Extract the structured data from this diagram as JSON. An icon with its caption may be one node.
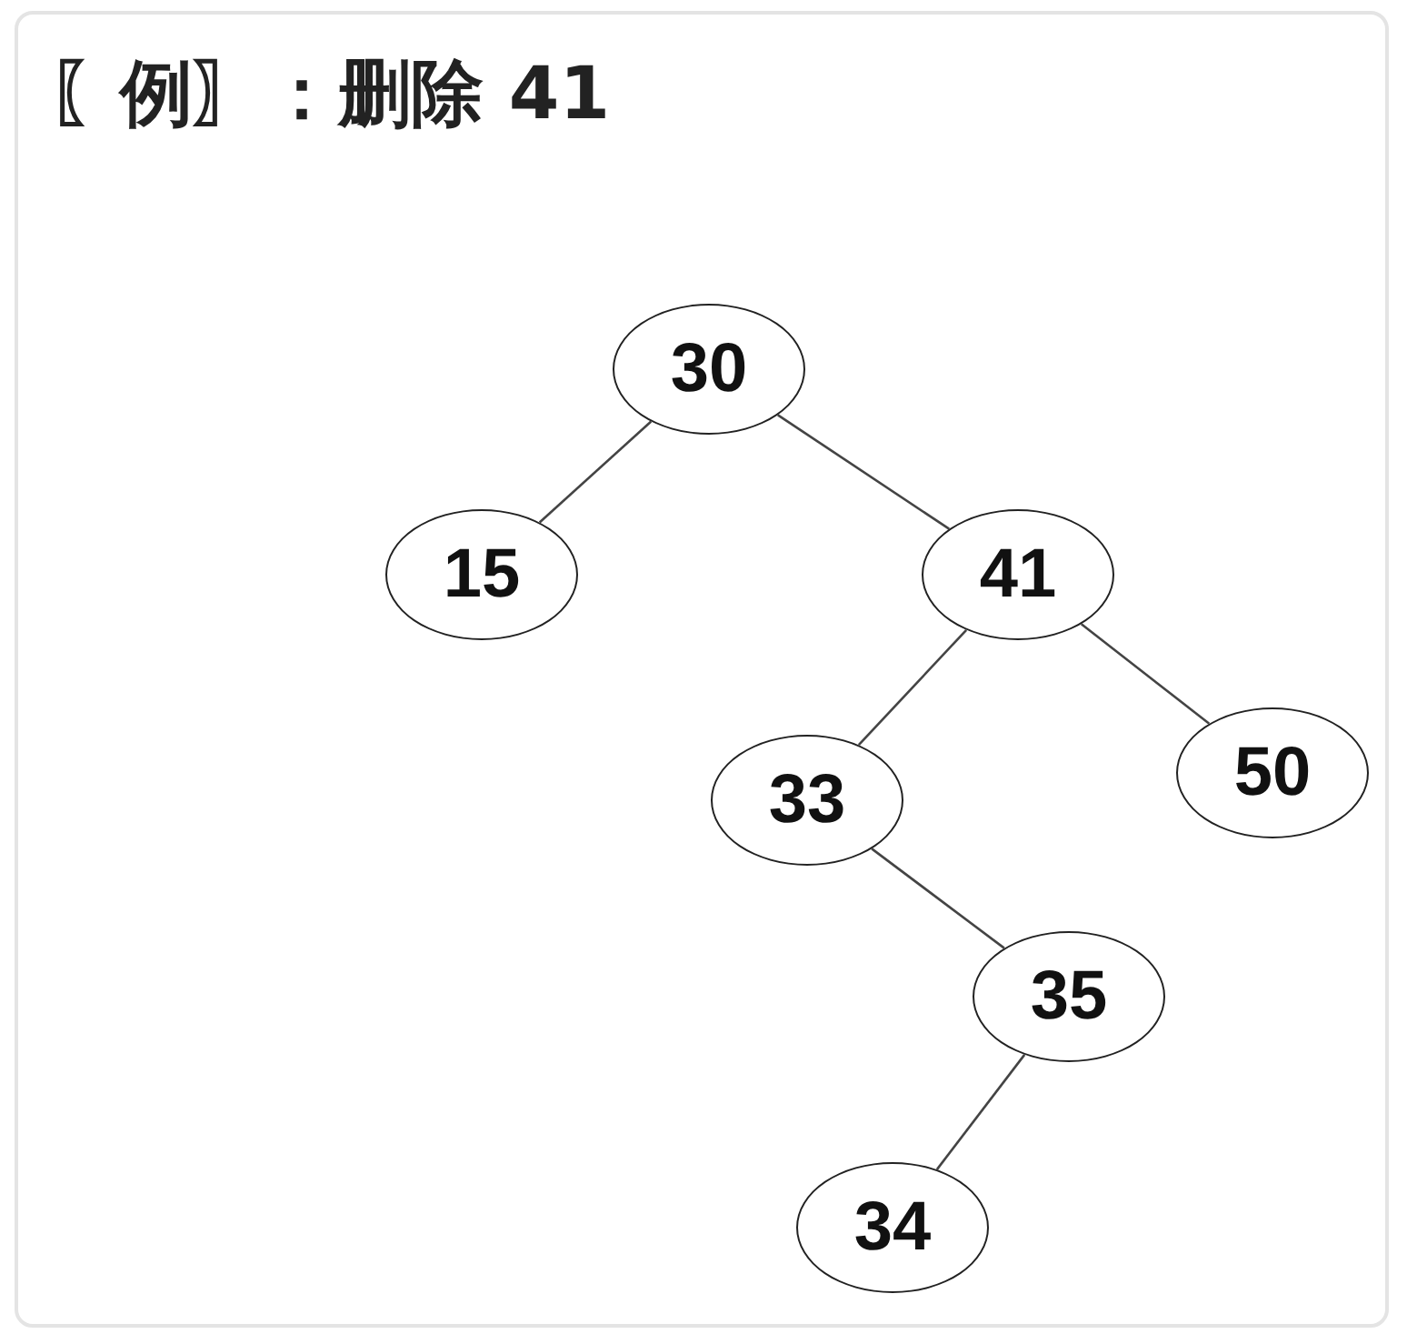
{
  "diagram": {
    "title": "〖例〗：删除 41",
    "nodes": [
      {
        "text": [
          "30"
        ]
      },
      {
        "text": [
          "15"
        ]
      },
      {
        "text": [
          "41"
        ]
      },
      {
        "text": [
          "33"
        ]
      },
      {
        "text": [
          "50"
        ]
      },
      {
        "text": [
          "35"
        ]
      },
      {
        "text": [
          "34"
        ]
      }
    ],
    "edges": [
      {
        "from": 0,
        "to": 1,
        "arrow": "none"
      },
      {
        "from": 0,
        "to": 2,
        "arrow": "none"
      },
      {
        "from": 2,
        "to": 3,
        "arrow": "none"
      },
      {
        "from": 2,
        "to": 4,
        "arrow": "none"
      },
      {
        "from": 3,
        "to": 5,
        "arrow": "none"
      },
      {
        "from": 5,
        "to": 6,
        "arrow": "none"
      }
    ]
  }
}
